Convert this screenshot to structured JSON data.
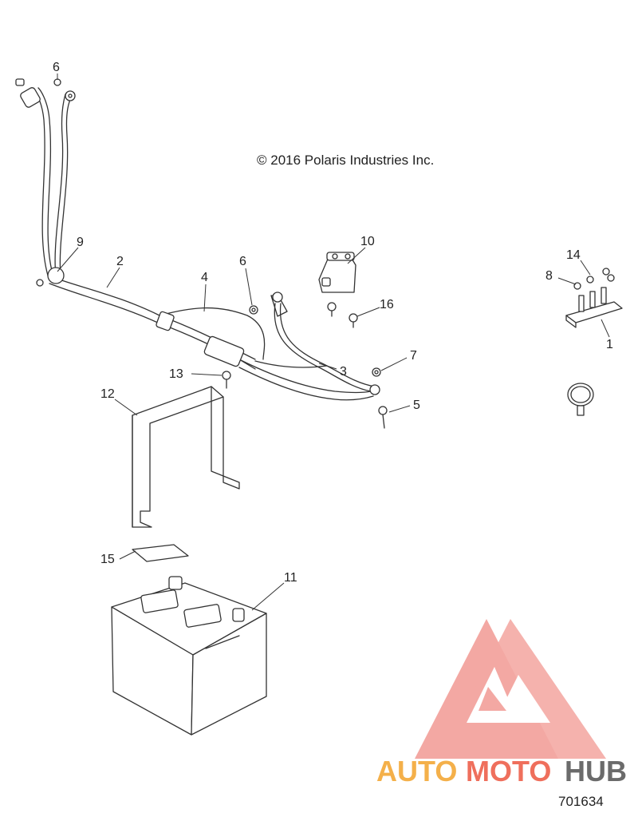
{
  "copyright": "© 2016 Polaris Industries Inc.",
  "drawing_number": "701634",
  "callouts": {
    "c1": "1",
    "c2": "2",
    "c3": "3",
    "c4": "4",
    "c5": "5",
    "c6a": "6",
    "c6b": "6",
    "c7": "7",
    "c8": "8",
    "c9": "9",
    "c10": "10",
    "c11": "11",
    "c12": "12",
    "c13": "13",
    "c14": "14",
    "c15": "15",
    "c16": "16"
  },
  "watermark": {
    "part1": "AUTO",
    "part2": "MOTO",
    "part3": "HUB",
    "color_primary": "#f4a640",
    "color_accent": "#ef6f5c",
    "color_dark": "#6b6b6b"
  }
}
